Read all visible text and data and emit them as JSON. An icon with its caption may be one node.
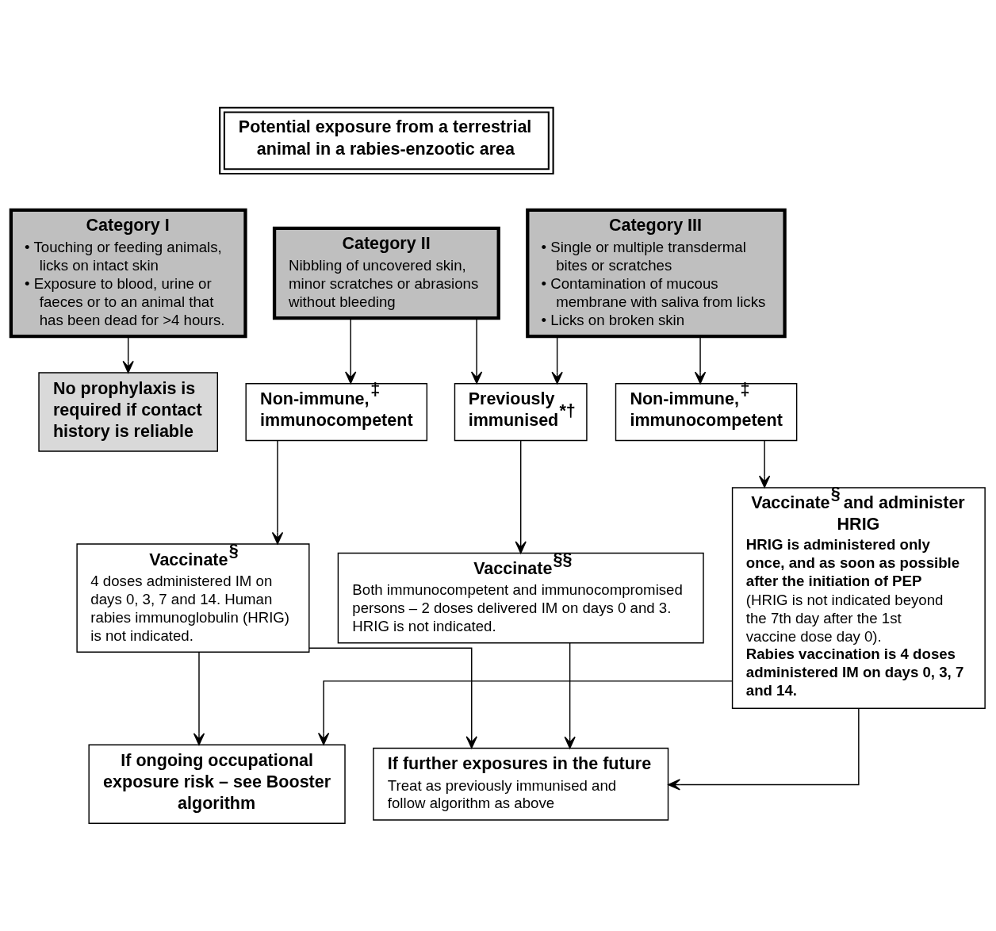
{
  "diagram": {
    "nodes": [
      {
        "text": [
          "Potential exposure from a terrestrial animal in a rabies-enzootic area"
        ]
      },
      {
        "text": [
          "Category I",
          "• Touching or feeding animals, licks on intact skin",
          "• Exposure to blood, urine or faeces or to an animal that has been dead for >4 hours."
        ]
      },
      {
        "text": [
          "Category II",
          "Nibbling of uncovered skin, minor scratches or abrasions without bleeding"
        ]
      },
      {
        "text": [
          "Category III",
          "• Single or multiple transdermal bites or scratches",
          "• Contamination of mucous membrane with saliva from licks",
          "• Licks on broken skin"
        ]
      },
      {
        "text": [
          "No prophylaxis is required if contact history is reliable"
        ]
      },
      {
        "text": [
          "Non-immune,$^{‡}$ immunocompetent"
        ]
      },
      {
        "text": [
          "Previously immunised$^{*†}$"
        ]
      },
      {
        "text": [
          "Non-immune,$^{‡}$ immunocompetent"
        ]
      },
      {
        "text": [
          "Vaccinate$^{§}$",
          "4 doses administered IM on days 0, 3, 7 and 14. Human rabies immunoglobulin (HRIG) is not indicated."
        ]
      },
      {
        "text": [
          "Vaccinate$^{§§}$",
          "Both immunocompetent and immunocompromised persons – 2 doses delivered IM on days 0 and 3. HRIG is not indicated."
        ]
      },
      {
        "text": [
          "Vaccinate$^{§}$ and administer HRIG",
          "**HRIG is administered only once, and as soon as possible after the initiation of PEP** (HRIG is not indicated beyond the 7th day after the 1st vaccine dose day 0).",
          "Rabies vaccination is 4 doses administered IM on days 0, 3, 7 and 14."
        ]
      },
      {
        "text": [
          "If further exposures in the future",
          "Treat as previously immunised and follow algorithm as above"
        ]
      },
      {
        "text": [
          "If ongoing occupational exposure risk – see Booster algorithm"
        ]
      }
    ],
    "edges": [
      {
        "from": 1,
        "to": 4,
        "arrow": "to"
      },
      {
        "from": 2,
        "to": 5,
        "arrow": "to"
      },
      {
        "from": 2,
        "to": 6,
        "arrow": "to"
      },
      {
        "from": 3,
        "to": 6,
        "arrow": "to"
      },
      {
        "from": 3,
        "to": 7,
        "arrow": "to"
      },
      {
        "from": 5,
        "to": 8,
        "arrow": "to"
      },
      {
        "from": 6,
        "to": 9,
        "arrow": "to"
      },
      {
        "from": 7,
        "to": 10,
        "arrow": "to"
      },
      {
        "from": 8,
        "to": 11,
        "arrow": "to"
      },
      {
        "from": 9,
        "to": 11,
        "arrow": "to"
      },
      {
        "from": 10,
        "to": 11,
        "arrow": "to"
      },
      {
        "from": 8,
        "to": 12,
        "arrow": "to"
      },
      {
        "from": 10,
        "to": 12,
        "arrow": "to"
      }
    ]
  }
}
